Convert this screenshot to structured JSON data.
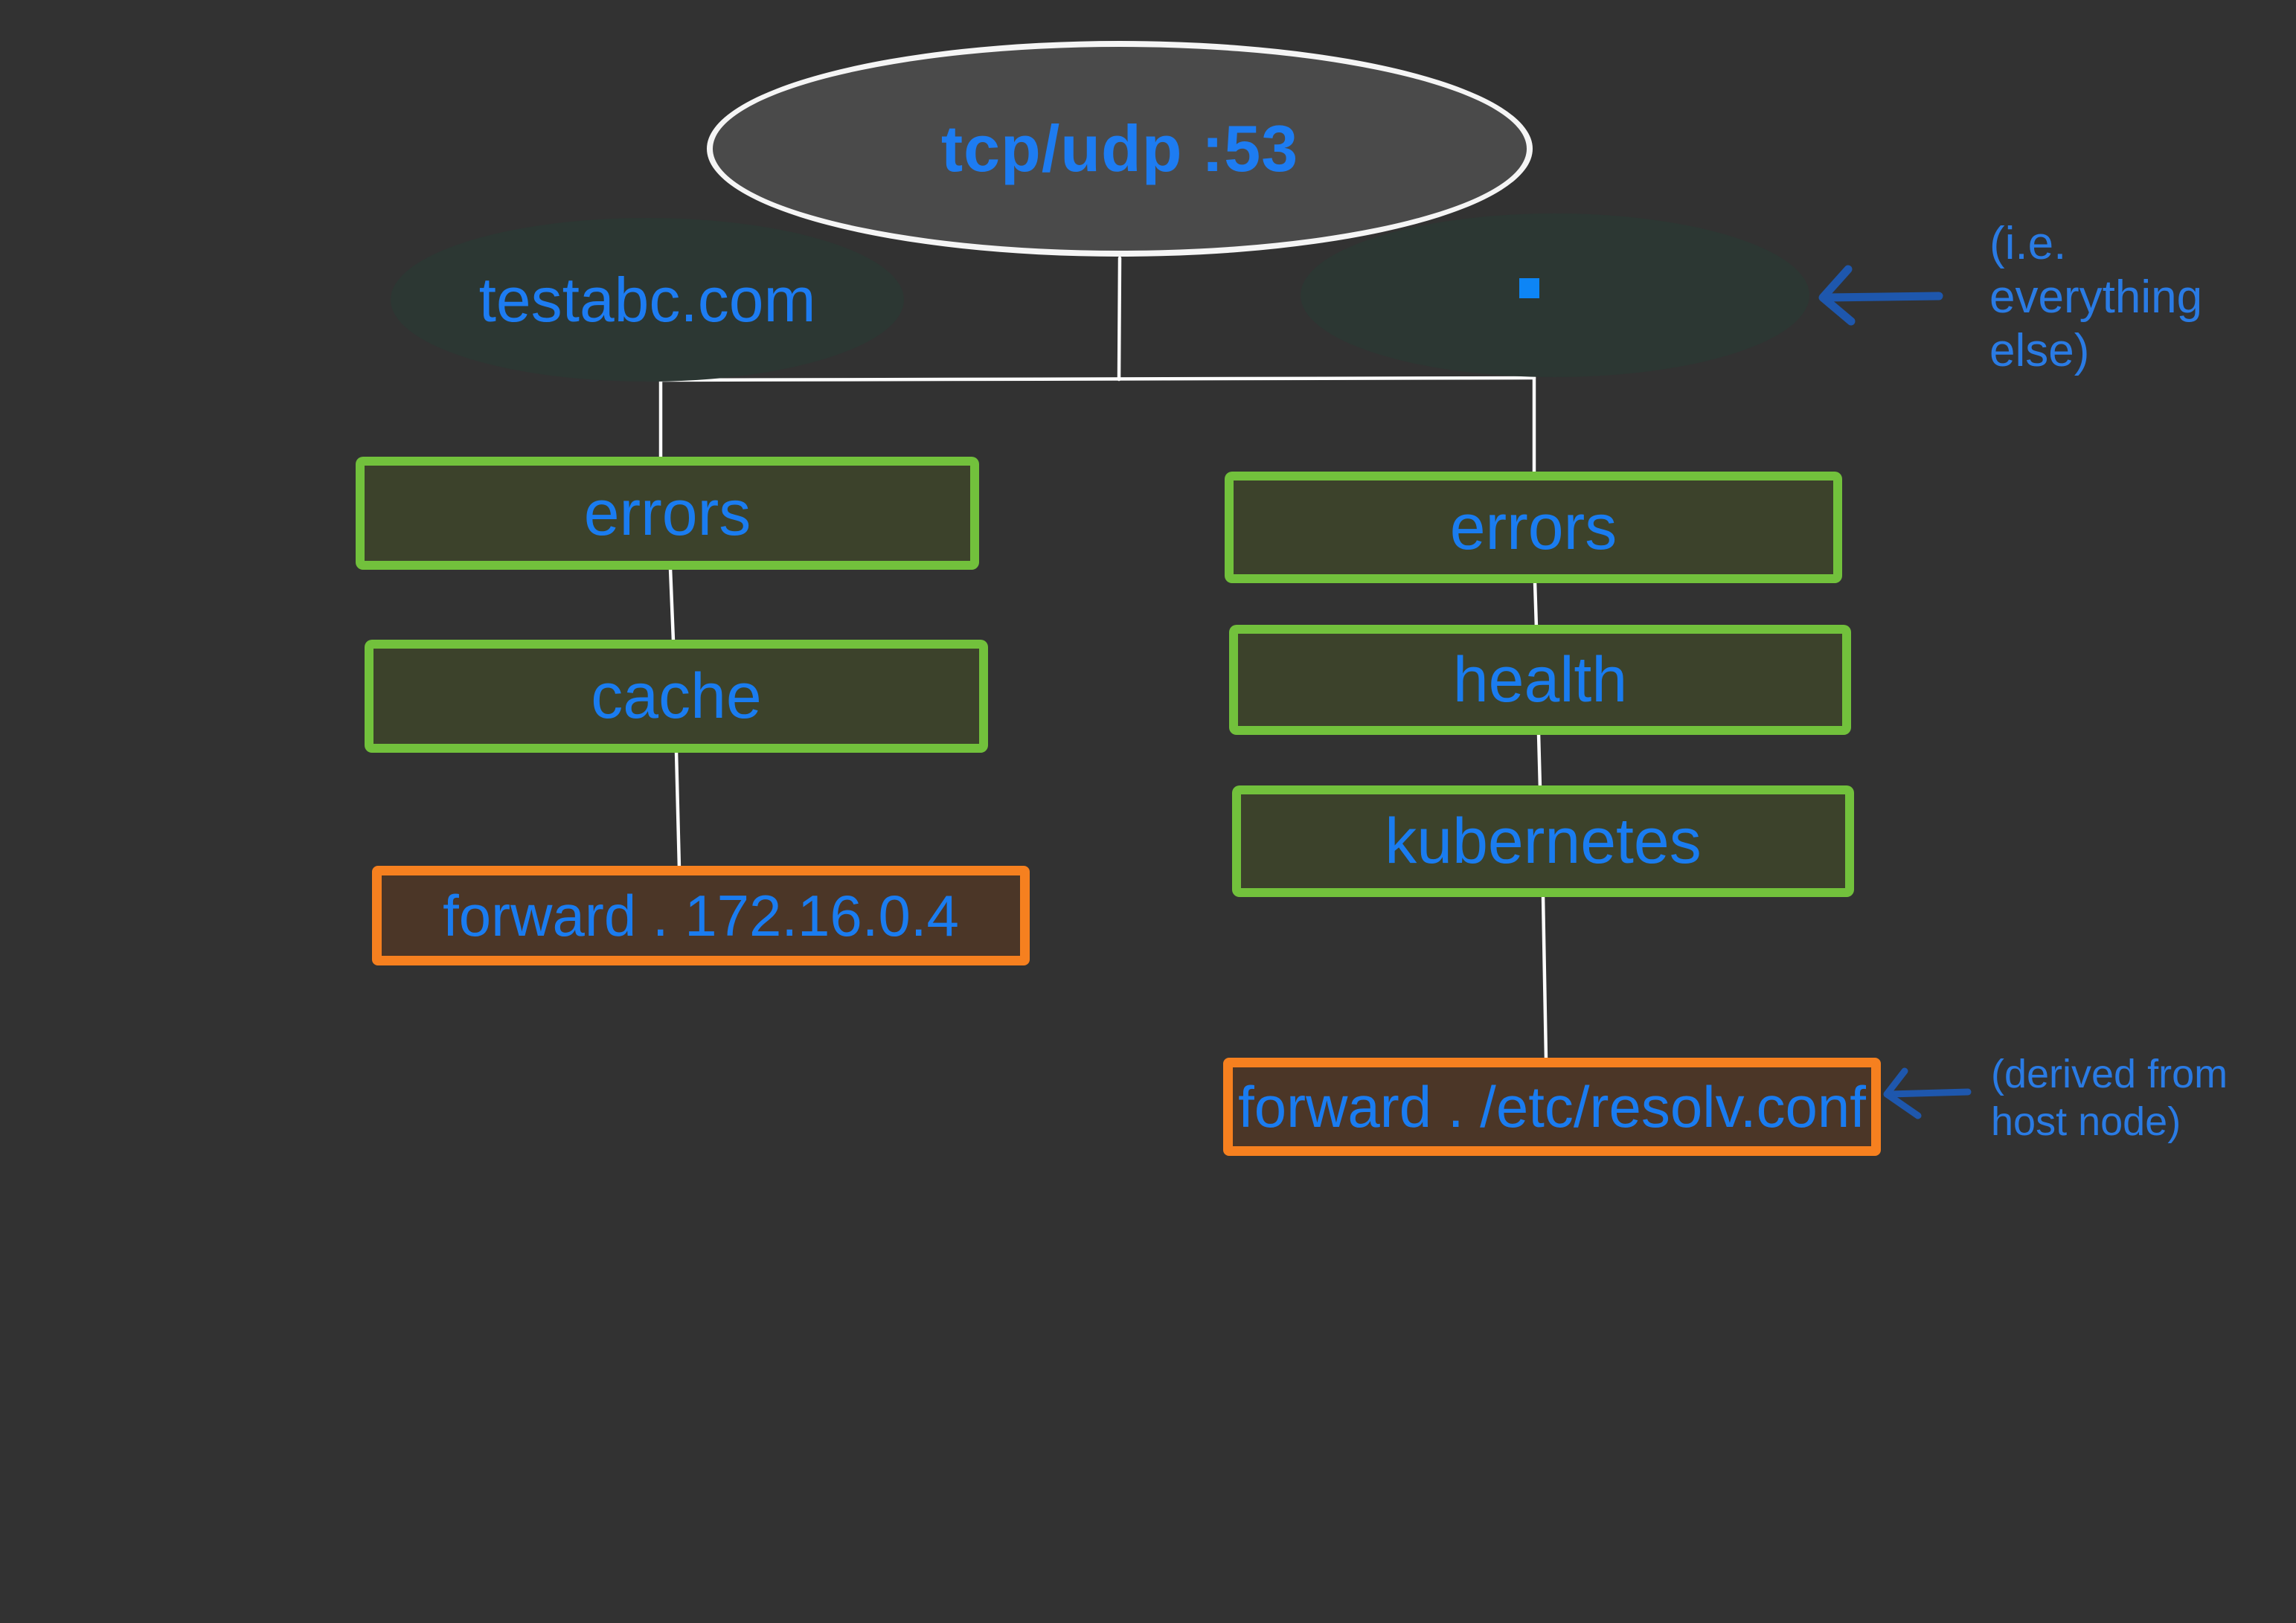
{
  "diagram": {
    "kind": "dns-config-tree",
    "root": {
      "label": "tcp/udp :53"
    },
    "zones": [
      {
        "label": "testabc.com"
      },
      {
        "label": "",
        "icon": "blue-square"
      }
    ],
    "branches": [
      {
        "plugins": [
          "errors",
          "cache"
        ],
        "forward": "forward . 172.16.0.4"
      },
      {
        "plugins": [
          "errors",
          "health",
          "kubernetes"
        ],
        "forward": "forward . /etc/resolv.conf"
      }
    ]
  },
  "annotations": [
    {
      "lines": [
        "(i.e.",
        "everything",
        "else)"
      ]
    },
    {
      "lines": [
        "(derived from",
        "host node)"
      ]
    }
  ],
  "colors": {
    "background": "#323232",
    "root_ellipse_fill": "#4a4a4a",
    "root_ellipse_stroke": "#f5f5f5",
    "zone_ellipse_fill": "#2c3733",
    "plugin_box_border": "#72c13c",
    "plugin_box_fill": "#3c422b",
    "forward_box_border": "#f6801f",
    "forward_box_fill": "#4b3627",
    "node_text": "#1a7cf0",
    "annotation_text": "#2a7be4",
    "annotation_arrow": "#1e57ad",
    "connector_line": "#fdfdfd",
    "root_zone_square": "#0d85f6"
  }
}
